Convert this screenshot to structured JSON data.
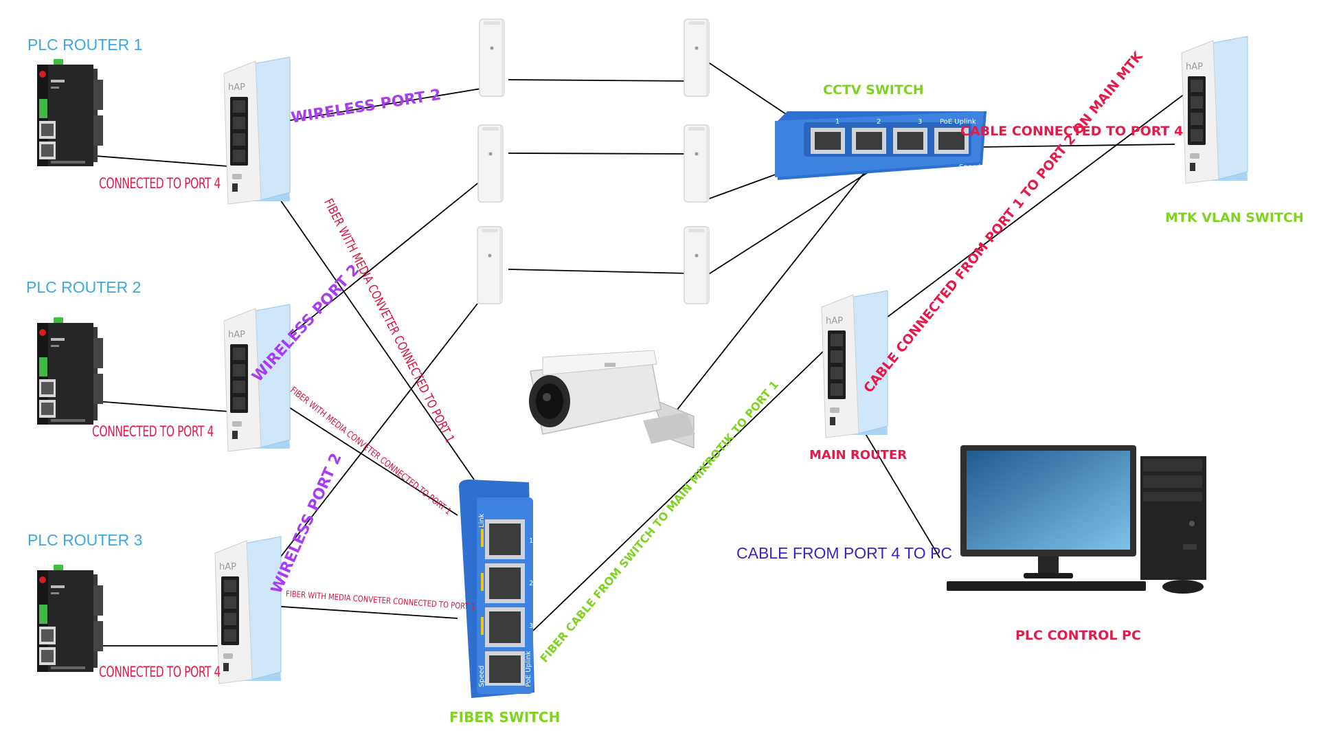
{
  "colors": {
    "plc_title": "#3aa8e6",
    "port_label": "#e6194b",
    "wireless_label": "#a83cf2",
    "switch_label": "#7ed321",
    "pc_cable_label": "#3a22c8",
    "router_blue": "#a9d4f5",
    "switch_blue": "#2f6fd0",
    "cable": "#000000"
  },
  "plc_routers": [
    {
      "title": "PLC ROUTER 1",
      "port_label": "CONNECTED TO PORT 4",
      "wireless_label": "WIRELESS PORT 2"
    },
    {
      "title": "PLC ROUTER 2",
      "port_label": "CONNECTED TO PORT 4",
      "wireless_label": "WIRELESS PORT 2"
    },
    {
      "title": "PLC ROUTER 3",
      "port_label": "CONNECTED TO PORT 4",
      "wireless_label": "WIRELESS PORT 2"
    }
  ],
  "fiber_labels": {
    "router1": "FIBER WITH MEDIA CONVETER CONNECTED TO PORT 1",
    "router2": "FIBER WITH MEDIA CONVETER CONNECTED TO PORT 1",
    "router3": "FIBER WITH MEDIA CONVETER CONNECTED TO PORT 1"
  },
  "cctv_switch": {
    "title": "CCTV SWITCH",
    "port_numbers": [
      "1",
      "2",
      "3"
    ],
    "uplink_text": "PoE Uplink",
    "speed_text": "Speed"
  },
  "mtk_switch": {
    "title": "MTK VLAN SWITCH",
    "cable_label": "CABLE CONNECTED TO PORT 4"
  },
  "main_router": {
    "title": "MAIN ROUTER",
    "cable_label": "CABLE CONNECTED FROM PORT 1 TO PORT 2 ON MAIN MTK"
  },
  "fiber_switch": {
    "title": "FIBER SWITCH",
    "cable_label": "FIBER CABLE FROM SWITCH TO MAIN MIKROTIK TO PORT 1",
    "port_numbers": [
      "1",
      "2",
      "3"
    ],
    "link_text": "Link",
    "uplink_text": "PoE Uplink",
    "speed_text": "Speed"
  },
  "pc": {
    "title": "PLC CONTROL PC",
    "cable_label": "CABLE FROM PORT 4 TO PC"
  },
  "router_brand": "hAP",
  "icons": [
    "plc-device-icon",
    "mikrotik-router-icon",
    "access-point-icon",
    "cctv-camera-icon",
    "network-switch-icon",
    "desktop-pc-icon"
  ]
}
